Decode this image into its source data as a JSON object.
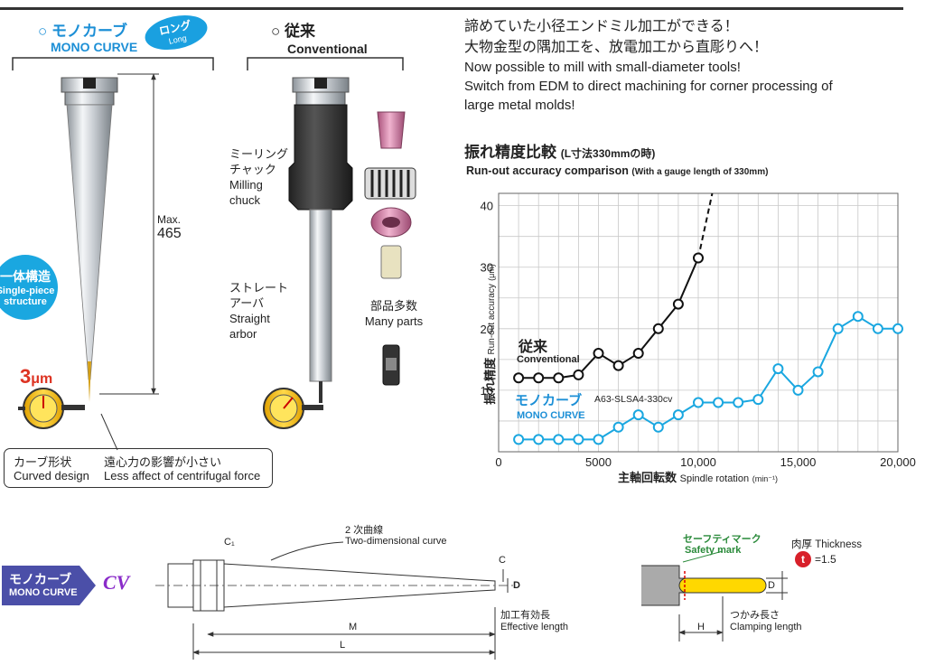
{
  "mono_label": {
    "jp": "○ モノカーブ",
    "en": "MONO CURVE"
  },
  "long_badge": {
    "jp": "ロング",
    "en": "Long"
  },
  "conv_label": {
    "jp": "○ 従来",
    "en": "Conventional"
  },
  "max_label": {
    "line1": "Max.",
    "line2": "465"
  },
  "single_piece": {
    "jp": "一体構造",
    "en1": "Single-piece",
    "en2": "structure"
  },
  "accuracy_value": {
    "num": "3",
    "unit": "μm"
  },
  "milling_chuck": {
    "jp1": "ミーリング",
    "jp2": "チャック",
    "en1": "Milling",
    "en2": "chuck"
  },
  "straight_arbor": {
    "jp1": "ストレート",
    "jp2": "アーバ",
    "en1": "Straight",
    "en2": "arbor"
  },
  "many_parts": {
    "jp": "部品多数",
    "en": "Many parts"
  },
  "callout": {
    "jp1": "カーブ形状",
    "jp2": "遠心力の影響が小さい",
    "en1": "Curved design",
    "en2": "Less affect of centrifugal force"
  },
  "headline": {
    "jp1": "諦めていた小径エンドミル加工ができる！",
    "jp2": "大物金型の隅加工を、放電加工から直彫りへ！",
    "en1": "Now possible to mill with small-diameter tools!",
    "en2": "Switch from EDM to direct machining for corner processing of",
    "en3": "large metal molds!"
  },
  "chart_titles": {
    "jp": "振れ精度比較",
    "jp_note": "(L寸法330mmの時)",
    "en": "Run-out accuracy comparison",
    "en_note": "(With a gauge length of 330mm)"
  },
  "chart_data": {
    "type": "line",
    "title": "Run-out accuracy comparison",
    "xlabel_jp": "主軸回転数",
    "xlabel_en": "Spindle rotation",
    "xlabel_unit": "(min⁻¹)",
    "ylabel_jp": "振れ精度",
    "ylabel_en": "Run-out accuracy",
    "ylabel_unit": "(μm)",
    "xlim": [
      0,
      20000
    ],
    "ylim": [
      0,
      42
    ],
    "xticks": [
      "0",
      "5000",
      "10,000",
      "15,000",
      "20,000"
    ],
    "xtick_values": [
      0,
      5000,
      10000,
      15000,
      20000
    ],
    "yticks": [
      "10",
      "20",
      "30",
      "40"
    ],
    "ytick_values": [
      10,
      20,
      30,
      40
    ],
    "grid": true,
    "series": [
      {
        "name_jp": "従来",
        "name_en": "Conventional",
        "color": "#111111",
        "x": [
          1000,
          2000,
          3000,
          4000,
          5000,
          6000,
          7000,
          8000,
          9000,
          10000
        ],
        "y": [
          12,
          12,
          12,
          12.5,
          16,
          14,
          16,
          20,
          24,
          31.5
        ],
        "extrap_x": [
          10000,
          10700
        ],
        "extrap_y": [
          31.5,
          42
        ]
      },
      {
        "name_jp": "モノカーブ",
        "name_en": "MONO CURVE",
        "model": "A63-SLSA4-330cv",
        "color": "#1aa7e0",
        "x": [
          1000,
          2000,
          3000,
          4000,
          5000,
          6000,
          7000,
          8000,
          9000,
          10000,
          11000,
          12000,
          13000,
          14000,
          15000,
          16000,
          17000,
          18000,
          19000,
          20000
        ],
        "y": [
          2,
          2,
          2,
          2,
          2,
          4,
          6,
          4,
          6,
          8,
          8,
          8,
          8.5,
          13.5,
          10,
          13,
          20,
          22,
          20,
          20
        ]
      }
    ]
  },
  "mono_cv": {
    "jp": "モノカーブ",
    "en": "MONO CURVE",
    "cv": "CV"
  },
  "drawing": {
    "c1": "C₁",
    "curve_jp": "2 次曲線",
    "curve_en": "Two-dimensional curve",
    "c": "C",
    "d": "D",
    "m": "M",
    "l": "L",
    "eff_jp": "加工有効長",
    "eff_en": "Effective length"
  },
  "detail": {
    "safety_jp": "セーフティマーク",
    "safety_en": "Safety mark",
    "thick_jp": "肉厚",
    "thick_en": "Thickness",
    "t": "t",
    "t_val": "=1.5",
    "d": "D",
    "h": "H",
    "clamp_jp": "つかみ長さ",
    "clamp_en": "Clamping length"
  }
}
